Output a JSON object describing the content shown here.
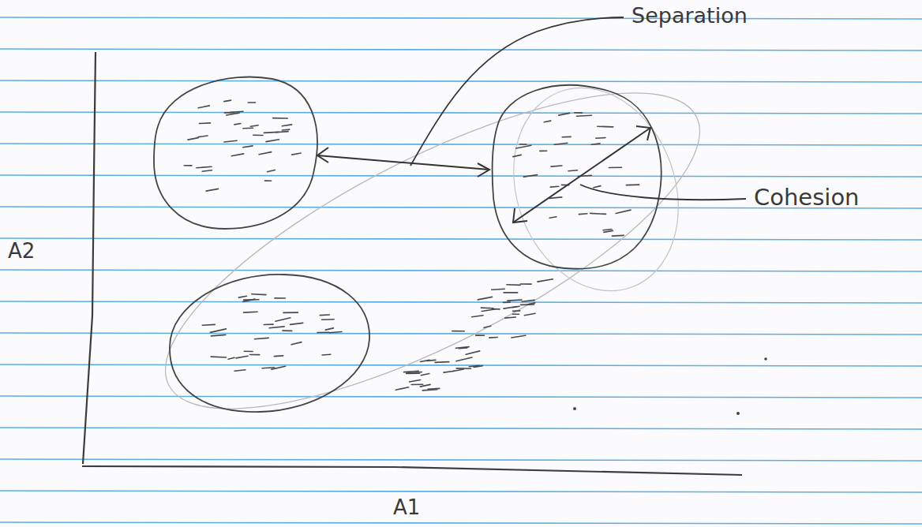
{
  "diagram": {
    "labels": [
      "Separation",
      "Cohesion",
      "A2",
      "A1"
    ]
  }
}
